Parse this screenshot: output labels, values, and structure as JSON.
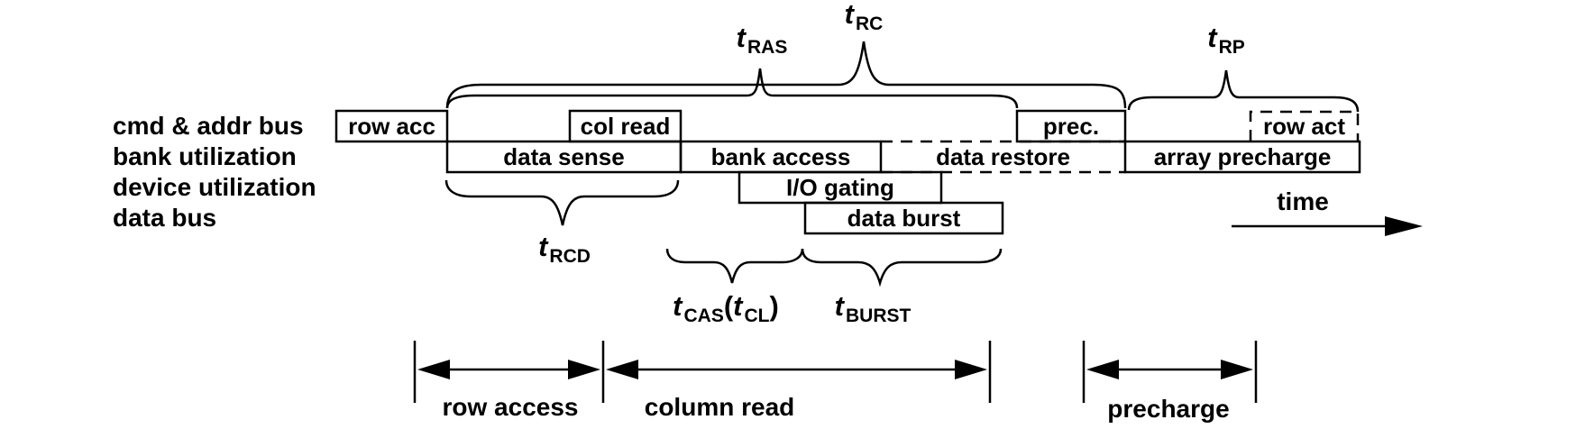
{
  "diagram": {
    "title_hidden": "",
    "row_labels": [
      "cmd & addr bus",
      "bank utilization",
      "device utilization",
      "data bus"
    ],
    "boxes": {
      "row_acc": "row acc",
      "col_read": "col read",
      "prec": "prec.",
      "row_act": "row act",
      "data_sense": "data sense",
      "bank_access": "bank access",
      "data_restore": "data restore",
      "array_precharge": "array precharge",
      "io_gating": "I/O gating",
      "data_burst": "data burst"
    },
    "timing": {
      "t_ras": {
        "base": "t",
        "sub": "RAS"
      },
      "t_rc": {
        "base": "t",
        "sub": "RC"
      },
      "t_rp": {
        "base": "t",
        "sub": "RP"
      },
      "t_rcd": {
        "base": "t",
        "sub": "RCD"
      },
      "t_cas": {
        "base": "t",
        "sub": "CAS",
        "open": "(",
        "base2": "t",
        "sub2": "CL",
        "close": ")"
      },
      "t_burst": {
        "base": "t",
        "sub": "BURST"
      }
    },
    "phases": [
      "row access",
      "column read",
      "precharge"
    ],
    "time_label": "time",
    "colors": {
      "line": "#000000",
      "background": "#ffffff",
      "text": "#000000"
    }
  }
}
